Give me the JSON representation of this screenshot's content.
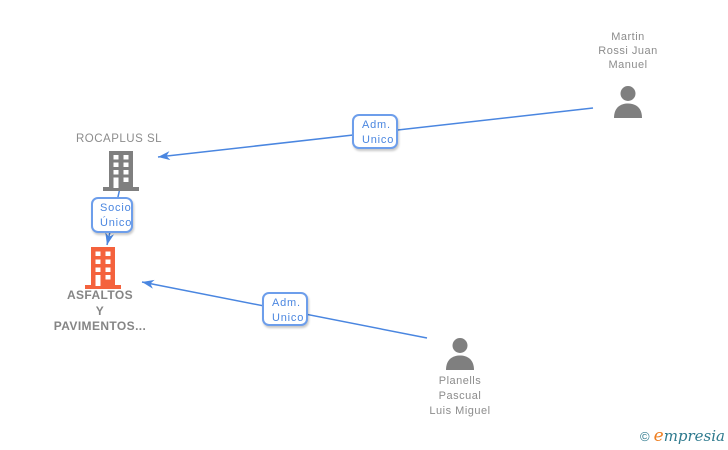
{
  "colors": {
    "background": "#ffffff",
    "connector_blue": "#4a86e0",
    "box_border_blue": "#6d9eeb",
    "icon_gray": "#7f7f7f",
    "highlight_orange": "#f4623d",
    "label_gray": "#8c8c8c",
    "logo_teal": "#2e7a8e",
    "logo_orange": "#ef8023"
  },
  "nodes": {
    "martin": {
      "type": "person",
      "name_line1": "Martin",
      "name_line2": "Rossi Juan",
      "name_line3": "Manuel"
    },
    "rocaplus": {
      "type": "company",
      "name": "ROCAPLUS SL"
    },
    "asfaltos": {
      "type": "company",
      "name_line1": "ASFALTOS",
      "name_line2": "Y",
      "name_line3": "PAVIMENTOS..."
    },
    "planells": {
      "type": "person",
      "name_line1": "Planells",
      "name_line2": "Pascual",
      "name_line3": "Luis Miguel"
    }
  },
  "edges": {
    "martin_to_rocaplus": {
      "label_line1": "Adm.",
      "label_line2": "Unico"
    },
    "rocaplus_to_asfaltos": {
      "label_line1": "Socio",
      "label_line2": "Único"
    },
    "planells_to_asfaltos": {
      "label_line1": "Adm.",
      "label_line2": "Unico"
    }
  },
  "watermark": {
    "copyright": "©",
    "brand_initial": "e",
    "brand_rest": "mpresia"
  }
}
